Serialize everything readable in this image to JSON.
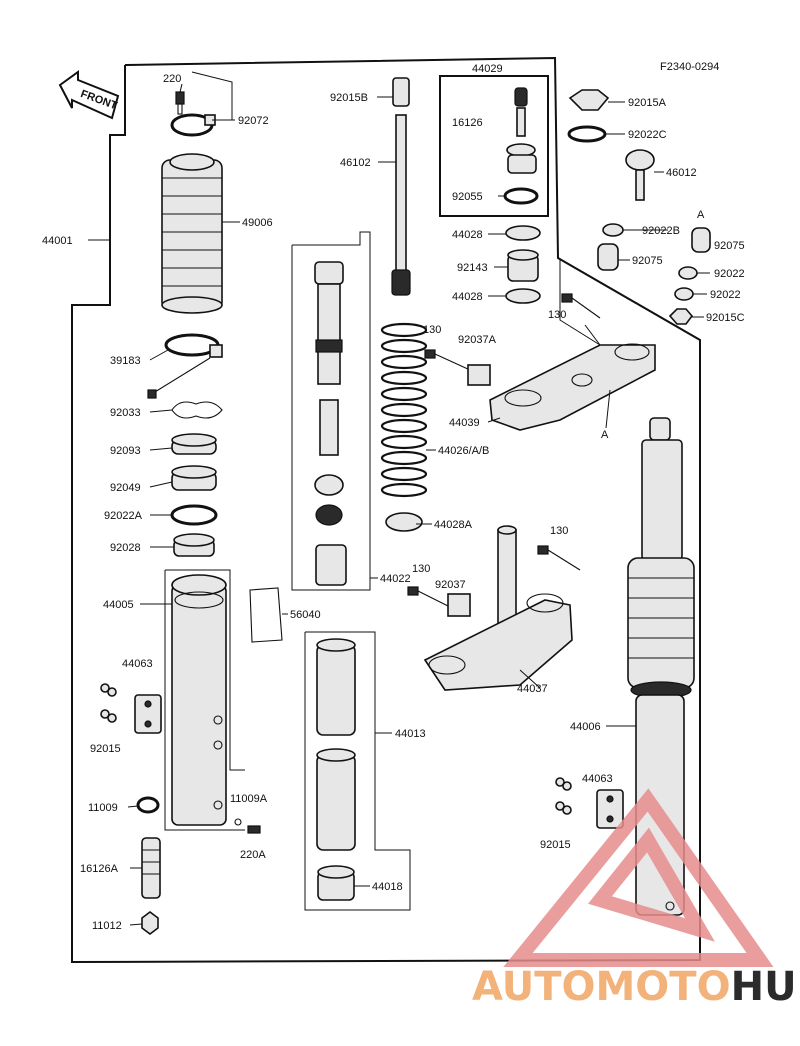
{
  "diagram": {
    "code": "F2340-0294",
    "front_label": "FRONT",
    "callout_a": "A",
    "labels": {
      "p220": "220",
      "p92072": "92072",
      "p44001": "44001",
      "p49006": "49006",
      "p39183": "39183",
      "p92033": "92033",
      "p92093": "92093",
      "p92049": "92049",
      "p92022A": "92022A",
      "p92028": "92028",
      "p44005": "44005",
      "p44063L": "44063",
      "p92015L": "92015",
      "p11009": "11009",
      "p11009A": "11009A",
      "p220A": "220A",
      "p16126A": "16126A",
      "p11012": "11012",
      "p56040": "56040",
      "p44022": "44022",
      "p44013": "44013",
      "p44018": "44018",
      "p92015B": "92015B",
      "p46102": "46102",
      "p44029": "44029",
      "p16126": "16126",
      "p92055": "92055",
      "p44028a": "44028",
      "p92143": "92143",
      "p44028b": "44028",
      "p130a": "130",
      "p92037A": "92037A",
      "p44039": "44039",
      "p44026": "44026/A/B",
      "p44028A": "44028A",
      "p130b": "130",
      "p130c": "130",
      "p92037": "92037",
      "p44037": "44037",
      "p92015A": "92015A",
      "p92022C": "92022C",
      "p46012": "46012",
      "p92022B": "92022B",
      "p92075a": "92075",
      "p92075b": "92075",
      "p92022a": "92022",
      "p92022b": "92022",
      "p92015C": "92015C",
      "p130d": "130",
      "p44006": "44006",
      "p44063R": "44063",
      "p92015R": "92015"
    }
  },
  "watermark": {
    "brand_part1": "AUTOMOTO",
    "brand_part2": "HUB",
    "color1": "#f2b27a",
    "color2": "#2b2b2b",
    "triangle_color": "#e58c8c"
  }
}
